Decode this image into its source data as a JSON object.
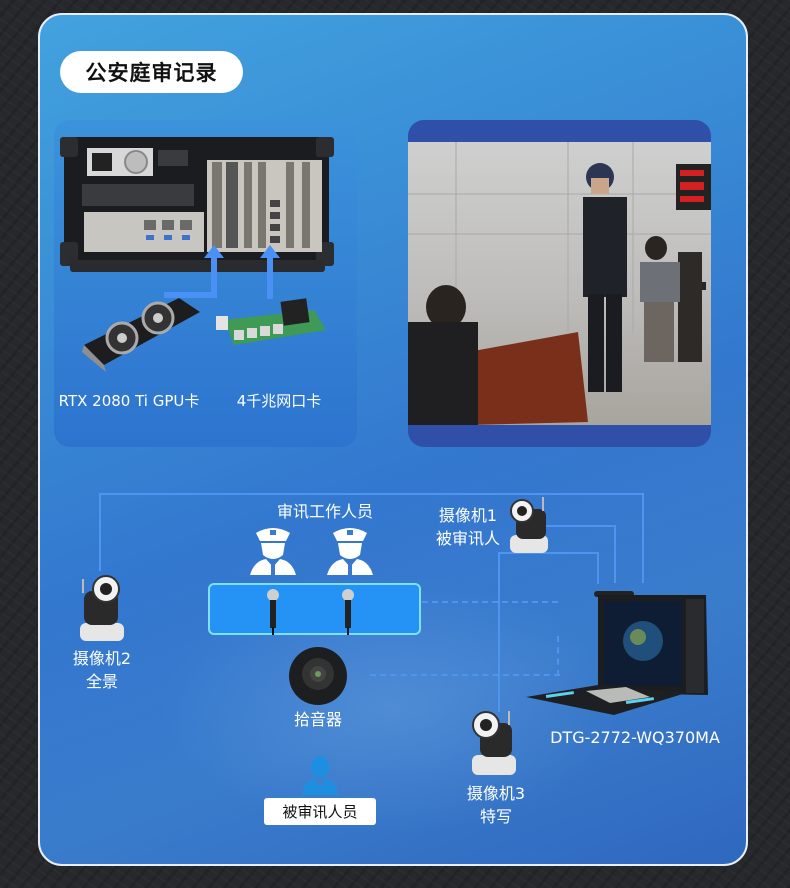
{
  "title": "公安庭审记录",
  "hardware_panel": {
    "gpu_label": "RTX 2080 Ti GPU卡",
    "nic_label": "4千兆网口卡"
  },
  "photo_panel": {
    "description": "interrogation room photo"
  },
  "diagram": {
    "staff_label": "审讯工作人员",
    "camera1": {
      "line1": "摄像机1",
      "line2": "被审讯人"
    },
    "camera2": {
      "line1": "摄像机2",
      "line2": "全景"
    },
    "camera3": {
      "line1": "摄像机3",
      "line2": "特写"
    },
    "pickup_label": "拾音器",
    "suspect_label": "被审讯人员",
    "device_label": "DTG-2772-WQ370MA"
  },
  "colors": {
    "line": "#4f95f0",
    "panel_blue": "#2592f5",
    "panel_border": "#7ee1ff",
    "suspect_icon": "#1e8fe0"
  }
}
